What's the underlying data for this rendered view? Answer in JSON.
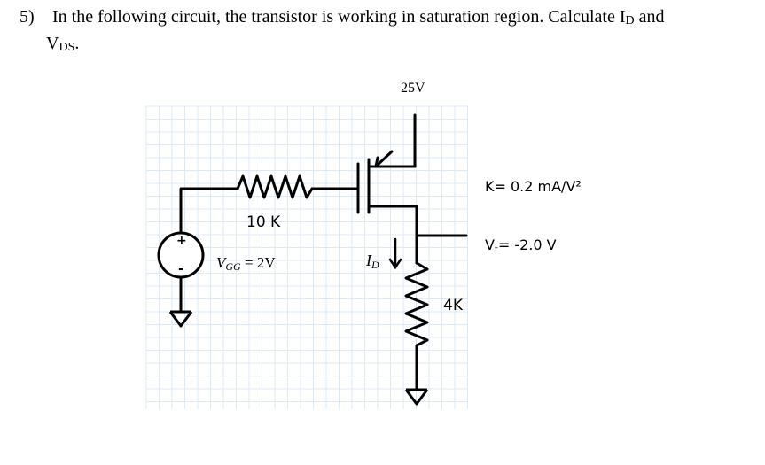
{
  "question": {
    "number": "5)",
    "text_line1_a": "In the following circuit, the transistor is working in saturation region. Calculate I",
    "id_sub": "D",
    "text_line1_b": " and",
    "text_line2_main": "V",
    "vds_sub": "DS",
    "text_line2_end": "."
  },
  "circuit": {
    "supply_label": "25V",
    "resistor_gate_label": "10 K",
    "source_label_main": "V",
    "source_label_sub": "GG",
    "source_label_value": " = 2V",
    "source_plus": "+",
    "source_minus": "-",
    "id_label_main": "I",
    "id_label_sub": "D",
    "drain_resistor_label": "4K",
    "k_label": "K= 0.2 mA/V²",
    "vt_label_main": "V",
    "vt_label_sub": "t",
    "vt_label_value": "= -2.0 V"
  },
  "colors": {
    "grid": "#dce9f7",
    "wire": "#000000"
  }
}
